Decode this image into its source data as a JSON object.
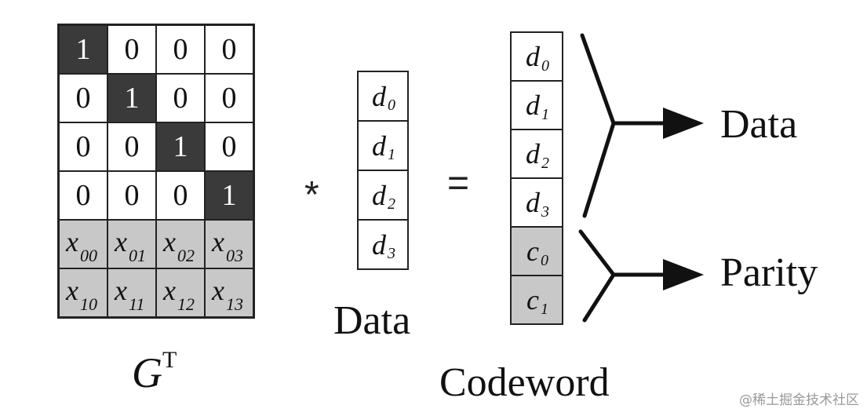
{
  "generator_matrix": {
    "label_base": "G",
    "label_sup": "T",
    "identity_rows": [
      [
        "1",
        "0",
        "0",
        "0"
      ],
      [
        "0",
        "1",
        "0",
        "0"
      ],
      [
        "0",
        "0",
        "1",
        "0"
      ],
      [
        "0",
        "0",
        "0",
        "1"
      ]
    ],
    "parity_rows": [
      [
        {
          "base": "x",
          "sub": "00"
        },
        {
          "base": "x",
          "sub": "01"
        },
        {
          "base": "x",
          "sub": "02"
        },
        {
          "base": "x",
          "sub": "03"
        }
      ],
      [
        {
          "base": "x",
          "sub": "10"
        },
        {
          "base": "x",
          "sub": "11"
        },
        {
          "base": "x",
          "sub": "12"
        },
        {
          "base": "x",
          "sub": "13"
        }
      ]
    ]
  },
  "operators": {
    "multiply": "*",
    "equals": "="
  },
  "data_vector": {
    "label": "Data",
    "entries": [
      {
        "base": "d",
        "sub": "0"
      },
      {
        "base": "d",
        "sub": "1"
      },
      {
        "base": "d",
        "sub": "2"
      },
      {
        "base": "d",
        "sub": "3"
      }
    ]
  },
  "codeword_vector": {
    "label": "Codeword",
    "data_entries": [
      {
        "base": "d",
        "sub": "0"
      },
      {
        "base": "d",
        "sub": "1"
      },
      {
        "base": "d",
        "sub": "2"
      },
      {
        "base": "d",
        "sub": "3"
      }
    ],
    "parity_entries": [
      {
        "base": "c",
        "sub": "0"
      },
      {
        "base": "c",
        "sub": "1"
      }
    ]
  },
  "outputs": {
    "data_label": "Data",
    "parity_label": "Parity"
  },
  "watermark": "@稀土掘金技术社区",
  "colors": {
    "identity_diagonal": "#3a3a3a",
    "parity_fill": "#c8c8c8",
    "cell_fill": "#ffffff"
  }
}
